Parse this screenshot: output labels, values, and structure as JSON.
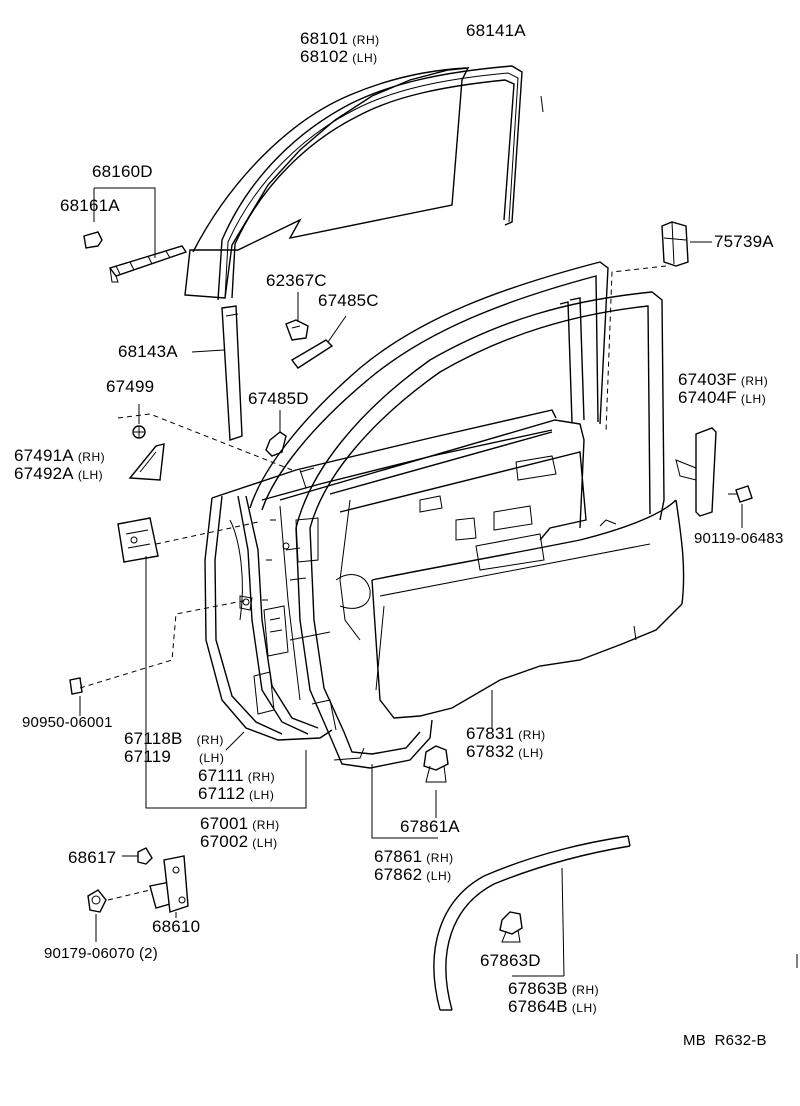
{
  "colors": {
    "ink": "#000000",
    "paper": "#ffffff"
  },
  "labels": {
    "p68101": {
      "code": "68101",
      "side": "(RH)"
    },
    "p68102": {
      "code": "68102",
      "side": "(LH)"
    },
    "p68141A": {
      "code": "68141A"
    },
    "p68160D": {
      "code": "68160D"
    },
    "p68161A": {
      "code": "68161A"
    },
    "p75739A": {
      "code": "75739A"
    },
    "p62367C": {
      "code": "62367C"
    },
    "p67485C": {
      "code": "67485C"
    },
    "p68143A": {
      "code": "68143A"
    },
    "p67499": {
      "code": "67499"
    },
    "p67485D": {
      "code": "67485D"
    },
    "p67403F": {
      "code": "67403F",
      "side": "(RH)"
    },
    "p67404F": {
      "code": "67404F",
      "side": "(LH)"
    },
    "p67491A": {
      "code": "67491A",
      "side": "(RH)"
    },
    "p67492A": {
      "code": "67492A",
      "side": "(LH)"
    },
    "p90119": {
      "code": "90119-06483"
    },
    "p90950": {
      "code": "90950-06001"
    },
    "p67118B": {
      "code": "67118B",
      "side": "(RH)"
    },
    "p67119": {
      "code": "67119",
      "side": "(LH)"
    },
    "p67831": {
      "code": "67831",
      "side": "(RH)"
    },
    "p67832": {
      "code": "67832",
      "side": "(LH)"
    },
    "p67111": {
      "code": "67111",
      "side": "(RH)"
    },
    "p67112": {
      "code": "67112",
      "side": "(LH)"
    },
    "p67861A": {
      "code": "67861A"
    },
    "p67001": {
      "code": "67001",
      "side": "(RH)"
    },
    "p67002": {
      "code": "67002",
      "side": "(LH)"
    },
    "p68617": {
      "code": "68617"
    },
    "p67861": {
      "code": "67861",
      "side": "(RH)"
    },
    "p67862": {
      "code": "67862",
      "side": "(LH)"
    },
    "p68610": {
      "code": "68610"
    },
    "p90179": {
      "code": "90179-06070 (2)"
    },
    "p67863D": {
      "code": "67863D"
    },
    "p67863B": {
      "code": "67863B",
      "side": "(RH)"
    },
    "p67864B": {
      "code": "67864B",
      "side": "(LH)"
    }
  },
  "reference": "MB  R632-B"
}
